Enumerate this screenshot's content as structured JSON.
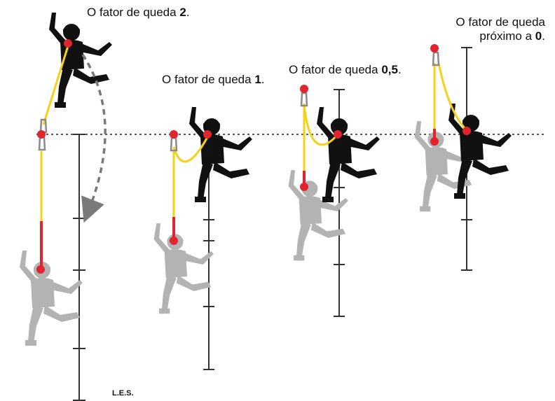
{
  "labels": {
    "f2_text": "O fator de queda ",
    "f2_value": "2",
    "f2_end": ".",
    "f1_text": "O fator de queda ",
    "f1_value": "1",
    "f1_end": ".",
    "f05_text": "O fator de queda ",
    "f05_value": "0,5",
    "f05_end": ".",
    "f0_line1": "O fator de queda",
    "f0_line2_text": "próximo a ",
    "f0_line2_value": "0",
    "f0_line2_end": "."
  },
  "credit": "L.E.S.",
  "colors": {
    "climber": "#111111",
    "climber_fallen": "#b3b3b3",
    "rope": "#f7d117",
    "rope_stretched": "#e0252f",
    "anchor": "#e0252f",
    "carabiner": "#888888",
    "scale": "#333333",
    "reference_line": "#222222",
    "fall_arrow": "#7a7a7a"
  },
  "icons": [
    "climber-icon",
    "anchor-point-icon",
    "carabiner-icon",
    "fall-arc-arrow-icon",
    "measuring-scale-icon"
  ]
}
